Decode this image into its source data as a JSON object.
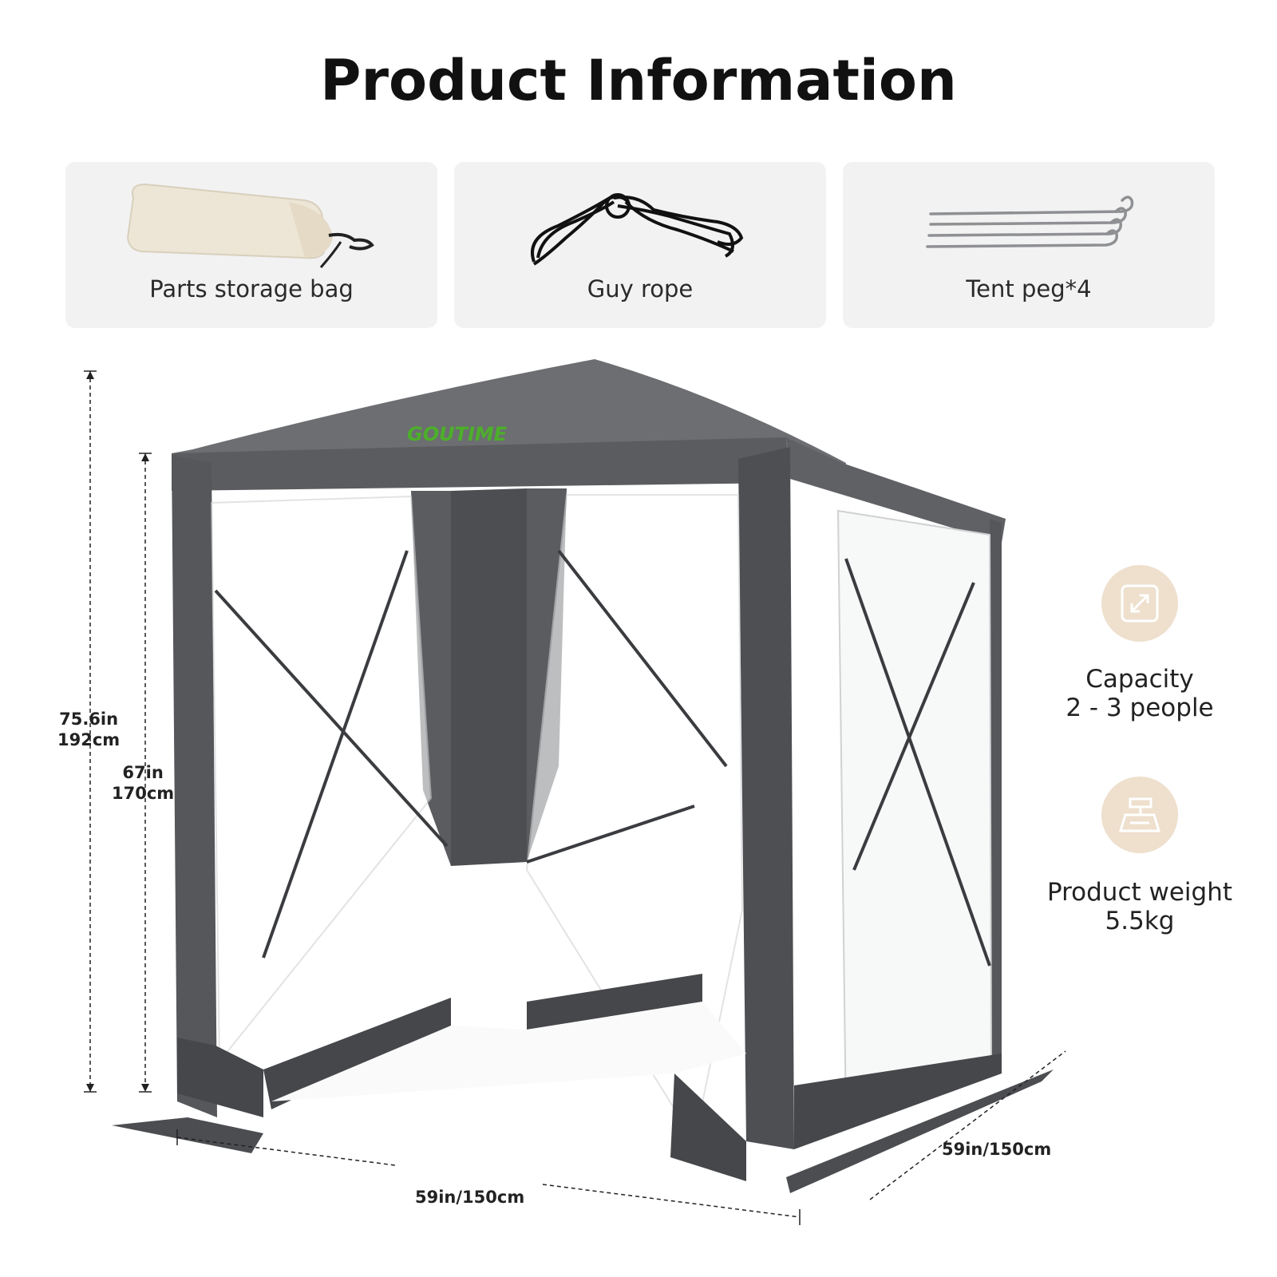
{
  "title": "Product Information",
  "accessories": [
    {
      "label": "Parts storage bag",
      "icon": "storage-bag-icon"
    },
    {
      "label": "Guy rope",
      "icon": "guy-rope-icon"
    },
    {
      "label": "Tent peg*4",
      "icon": "tent-peg-icon"
    }
  ],
  "brand": {
    "logo_text": "GOUTIME",
    "logo_color": "#4caf2a"
  },
  "dimensions": {
    "total_height": [
      "75.6in",
      "192cm"
    ],
    "wall_height": [
      "67in",
      "170cm"
    ],
    "width": "59in/150cm",
    "depth": "59in/150cm"
  },
  "specs": [
    {
      "label": "Capacity",
      "value": "2 - 3 people",
      "icon": "capacity-icon"
    },
    {
      "label": "Product weight",
      "value": "5.5kg",
      "icon": "weight-icon"
    }
  ],
  "colors": {
    "tent": "#5f6163",
    "tent_dark": "#45474a",
    "icon_bg": "#eee0cd",
    "icon_line": "#ffffff",
    "card_bg": "#f2f2f2"
  }
}
